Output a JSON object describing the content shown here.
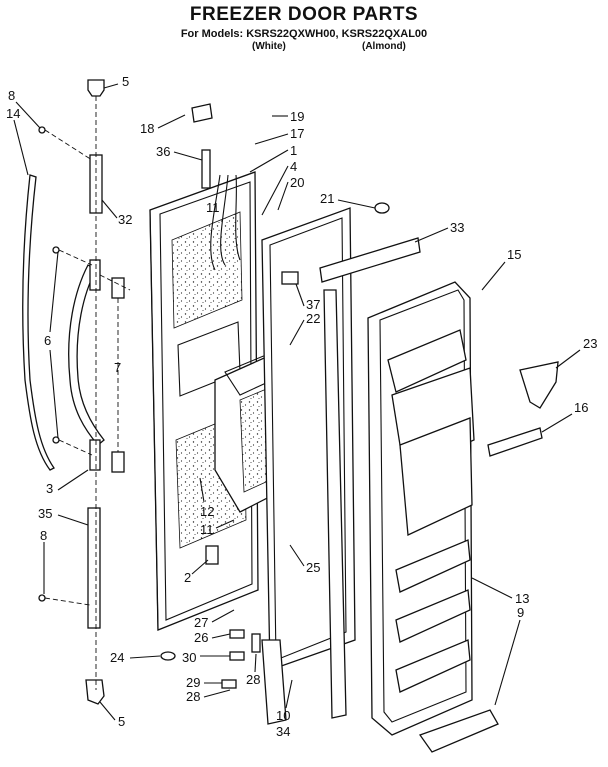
{
  "header": {
    "title": "FREEZER DOOR PARTS",
    "models_line": "For Models: KSRS22QXWH00, KSRS22QXAL00",
    "variant_white": "(White)",
    "variant_almond": "(Almond)"
  },
  "callouts": [
    "5",
    "8",
    "14",
    "32",
    "18",
    "36",
    "19",
    "17",
    "1",
    "4",
    "20",
    "21",
    "11",
    "33",
    "15",
    "6",
    "7",
    "37",
    "22",
    "23",
    "16",
    "3",
    "12",
    "11",
    "35",
    "8",
    "2",
    "25",
    "13",
    "9",
    "27",
    "26",
    "24",
    "30",
    "29",
    "28",
    "28",
    "10",
    "34",
    "5"
  ]
}
